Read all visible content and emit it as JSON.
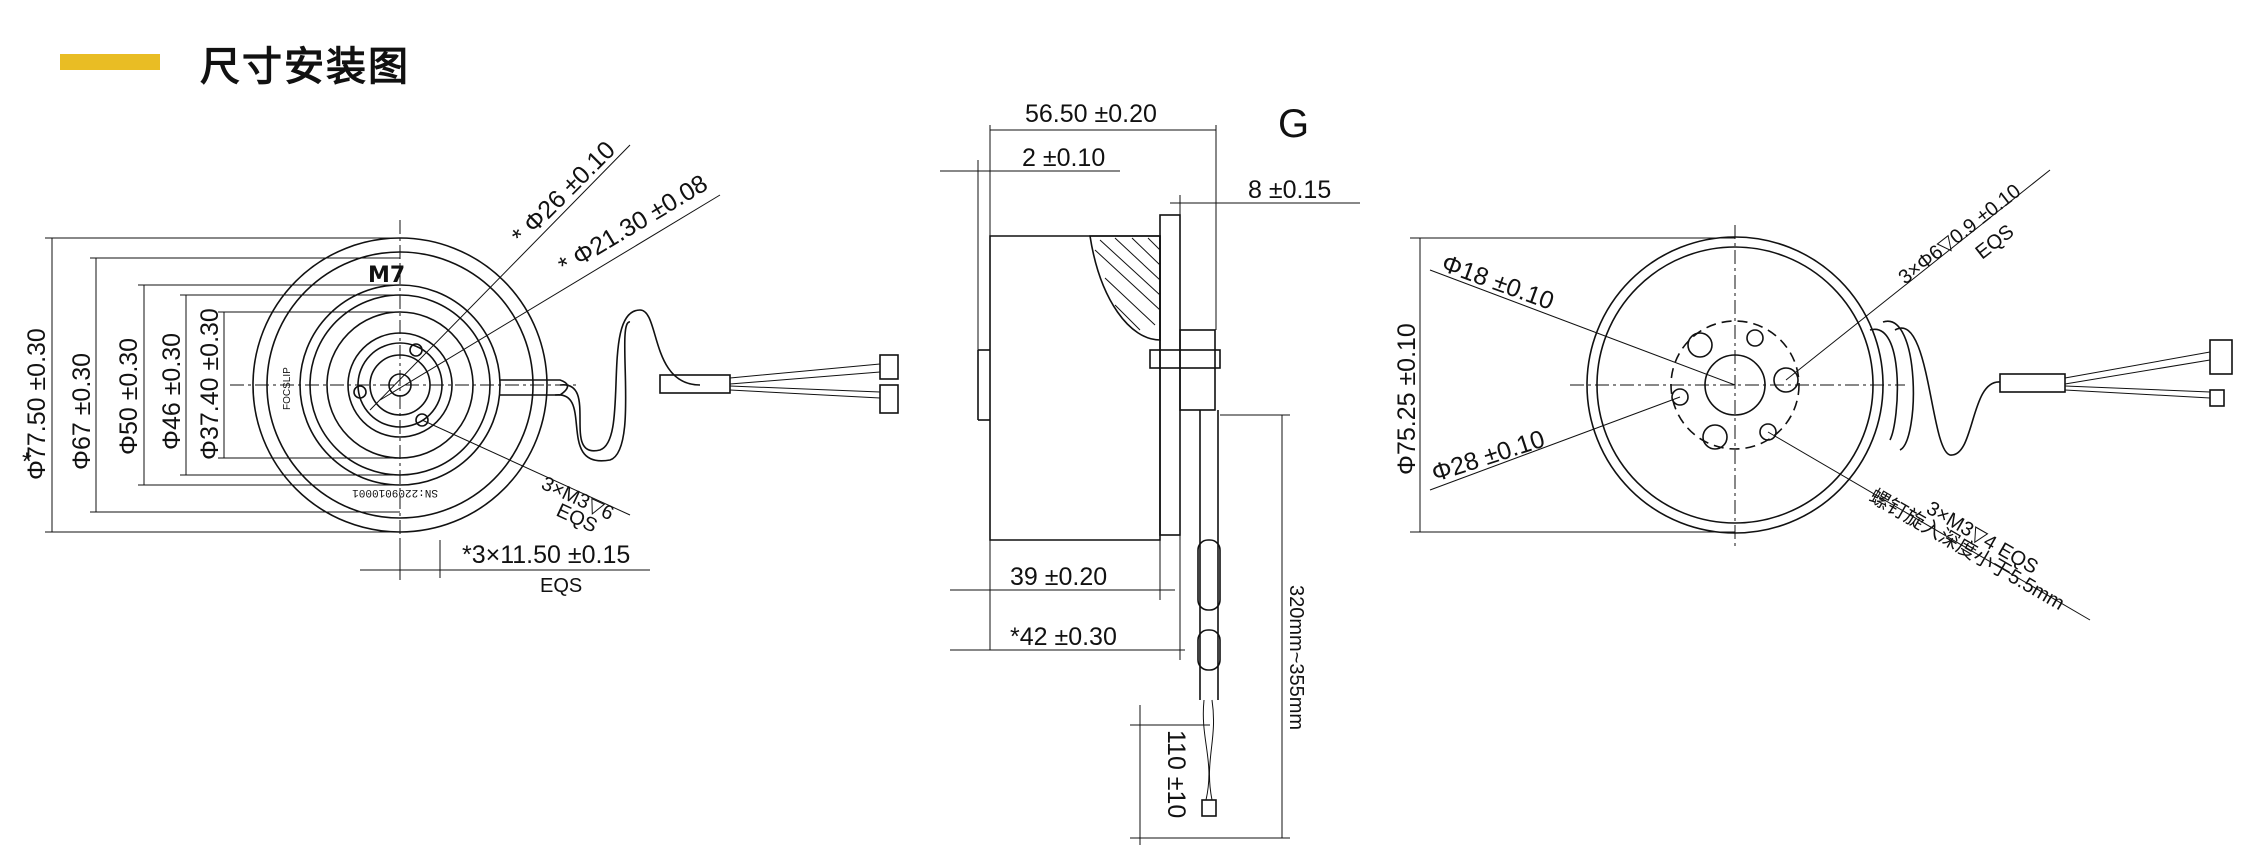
{
  "header": {
    "title": "尺寸安装图"
  },
  "colors": {
    "accent": "#e9bd24",
    "line": "#111111"
  },
  "front_view": {
    "diameters": [
      "Φ77.50 ±0.30",
      "Φ67 ±0.30",
      "Φ50 ±0.30",
      "Φ46 ±0.30",
      "Φ37.40 ±0.30"
    ],
    "diameter_asterisk": "*",
    "callout_1": "* Φ26 ±0.10",
    "callout_2": "* Φ21.30 ±0.08",
    "screw_label": "3×M3▽6",
    "screw_eqs": "EQS",
    "angle_label": "*3×11.50 ±0.15",
    "angle_eqs": "EQS",
    "logo": "M7",
    "stamp": "SN:2209010001",
    "brand_print": "FOCSLIP"
  },
  "side_view": {
    "view_label": "G",
    "top_dim": "56.50 ±0.20",
    "flange_dim": "2 ±0.10",
    "boss_dim": "8 ±0.15",
    "body_dim": "39 ±0.20",
    "total_dim": "*42 ±0.30",
    "cable_length": "320mm~355mm",
    "strip_length": "110 ±10"
  },
  "rear_view": {
    "diameter": "Φ75.25 ±0.10",
    "inner_1": "Φ18 ±0.10",
    "inner_2": "Φ28 ±0.10",
    "hole_label": "3×Φ6▽0.9 ±0.10",
    "hole_eqs": "EQS",
    "screw_label": "3×M3▽4 EQS",
    "screw_note": "螺钉旋入深度小于5.5mm"
  }
}
